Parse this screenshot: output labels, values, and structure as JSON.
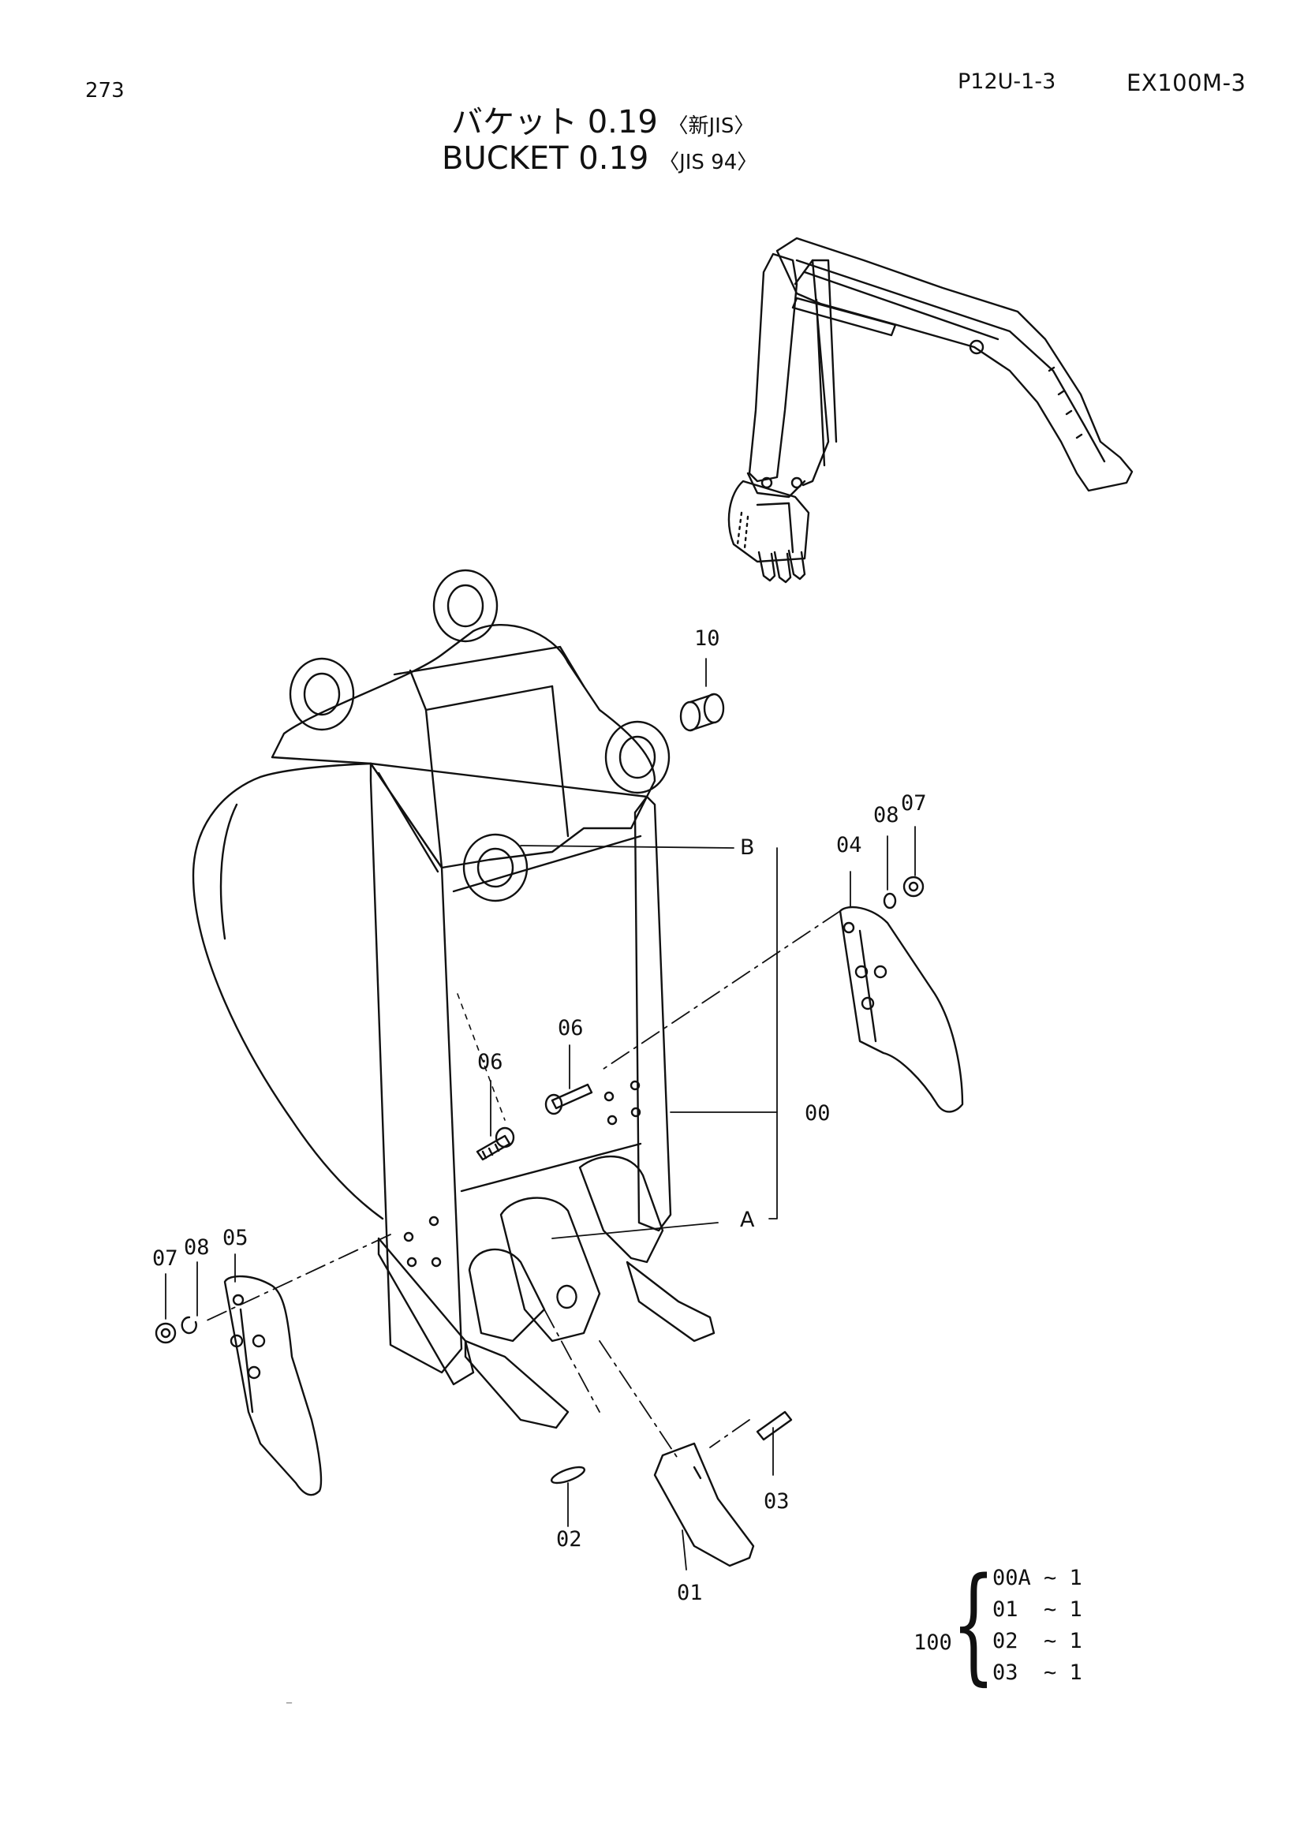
{
  "header": {
    "page_number": "273",
    "ref_code": "P12U-1-3",
    "model": "EX100M-3"
  },
  "title": {
    "jp_main": "バケット 0.19",
    "jp_std": "〈新JIS〉",
    "en_main": "BUCKET 0.19",
    "en_std": "〈JIS 94〉"
  },
  "callouts": {
    "c10": "10",
    "c07_right": "07",
    "c08_right": "08",
    "c04": "04",
    "cB": "B",
    "c06_upper": "06",
    "c06_lower": "06",
    "c00": "00",
    "cA": "A",
    "c05": "05",
    "c08_left": "08",
    "c07_left": "07",
    "c02": "02",
    "c03": "03",
    "c01": "01"
  },
  "kit": {
    "id": "100",
    "rows": [
      "00A ~ 1",
      "01  ~ 1",
      "02  ~ 1",
      "03  ~ 1"
    ]
  },
  "footer": {
    "mark": "–"
  }
}
